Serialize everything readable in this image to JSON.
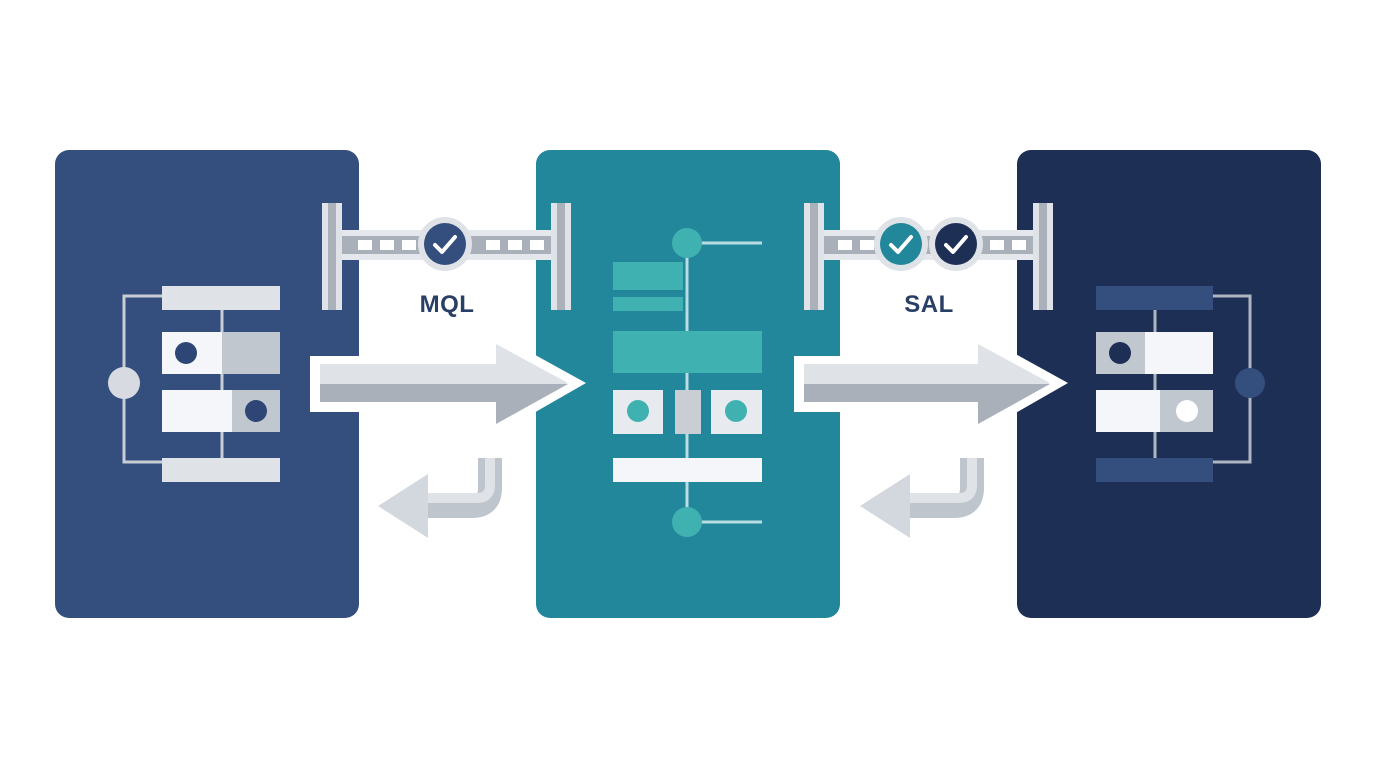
{
  "stages": [
    {
      "id": "stage-1",
      "color": "#344f7e"
    },
    {
      "id": "stage-2",
      "color": "#22879b"
    },
    {
      "id": "stage-3",
      "color": "#1e2f55"
    }
  ],
  "gates": [
    {
      "label": "MQL",
      "checks": [
        "navy"
      ]
    },
    {
      "label": "SAL",
      "checks": [
        "teal",
        "navy"
      ]
    }
  ],
  "colors": {
    "navy": "#344f7e",
    "deep_navy": "#1e2f55",
    "teal": "#22879b",
    "teal_light": "#3fb1b1",
    "arrow_gray": "#a9b0b9",
    "arrow_light": "#dfe3e8",
    "panel_white": "#f4f6f9",
    "line_gray": "#c9ced5",
    "label_color": "#2a3f66"
  },
  "icons": [
    "check-icon",
    "forward-arrow-icon",
    "return-arrow-icon"
  ]
}
